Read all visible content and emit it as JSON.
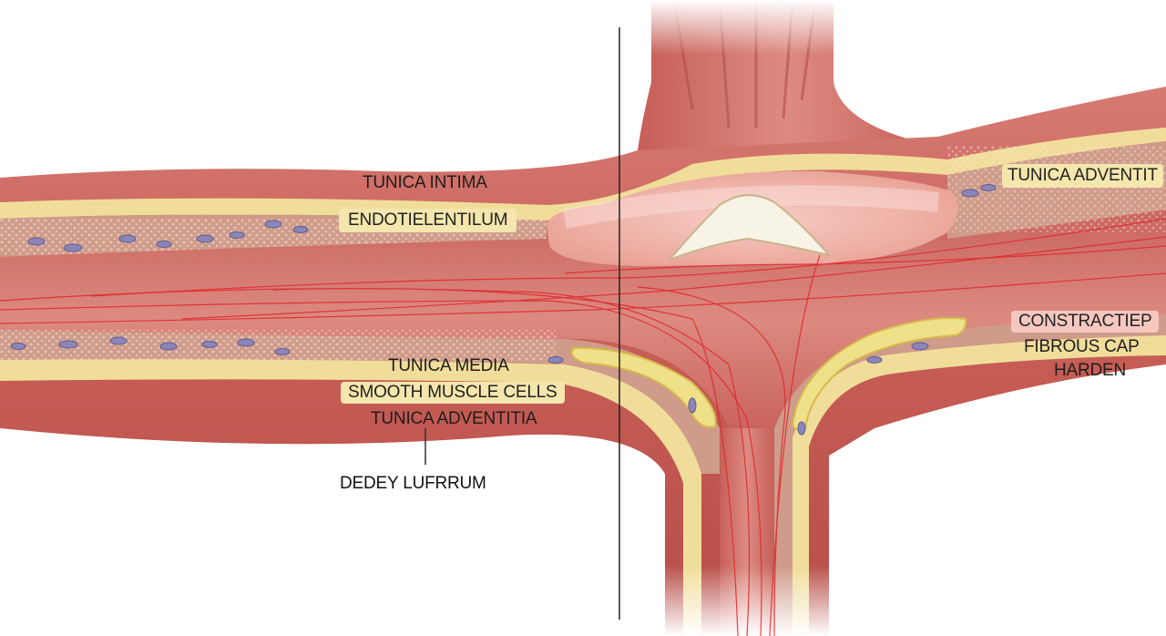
{
  "colors": {
    "background": "#ffffff",
    "vessel_wall": "#c9605a",
    "vessel_wall_dark": "#a8433f",
    "lumen": "#d9827a",
    "intima_band": "#f1dd9a",
    "media_band": "#cf9b8a",
    "plaque": "#f2b7ad",
    "fibrous_cap": "#f7f3e6",
    "fat_deposit": "#efe08a",
    "cell_nuclei": "#8a86b8",
    "fiber_red": "#e0262a"
  },
  "labels": {
    "tunica_intima": "TUNICA INTIMA",
    "endothelium": "ENDOTIELENTILUM",
    "tunica_media": "TUNICA MEDIA",
    "smooth_muscle": "SMOOTH MUSCLE CELLS",
    "tunica_adventitia_left": "TUNICA ADVENTITIA",
    "bottom_callout": "DEDEY LUFRRUM",
    "tunica_adventitia_right": "TUNICA ADVENTIT",
    "constractiep": "CONSTRACTIEP",
    "fibrous_cap": "FIBROUS CAP",
    "harden": "HARDEN"
  },
  "icons": {
    "plaque": "atheroma-plaque-shape",
    "cells": "smooth-muscle-cell-nuclei",
    "fibers": "red-fiber-strands"
  }
}
